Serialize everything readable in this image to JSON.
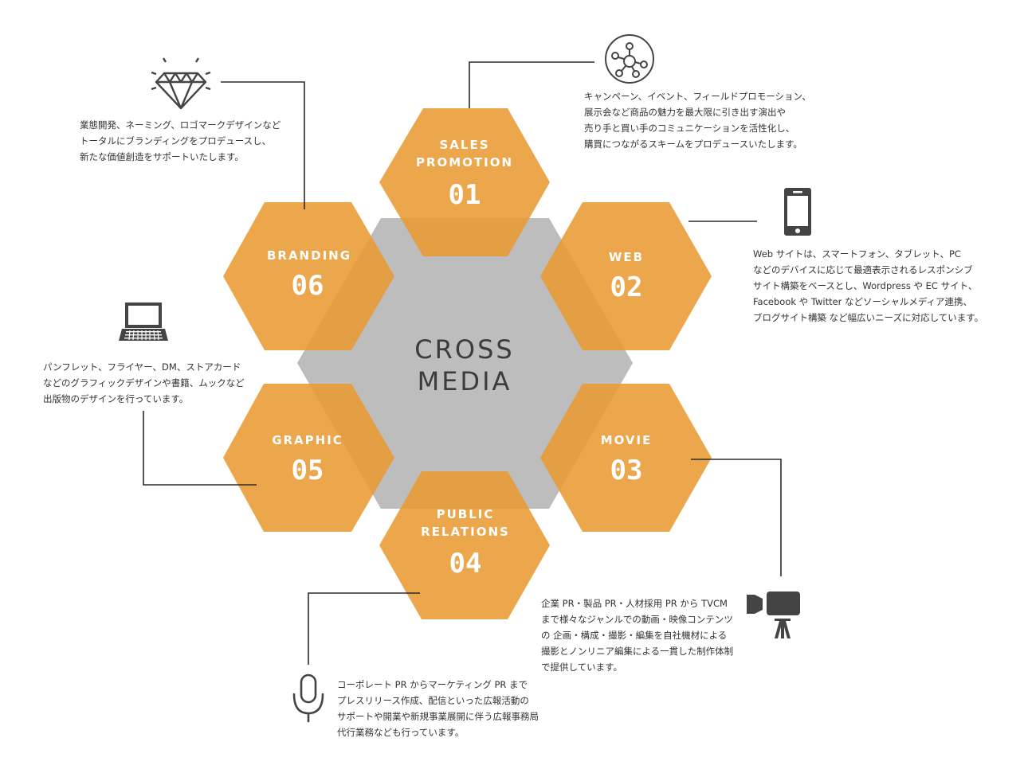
{
  "colors": {
    "hex_orange": "#E99B34",
    "hex_gray": "#BDBDBD",
    "line": "#2f2a28",
    "icon": "#444444",
    "center_text": "#3c3c3c"
  },
  "center": {
    "line1": "CROSS",
    "line2": "MEDIA"
  },
  "services": [
    {
      "id": "sales-promotion",
      "label_lines": [
        "SALES",
        "PROMOTION"
      ],
      "number": "01",
      "icon": "network-icon",
      "description": [
        "キャンペーン、イベント、フィールドプロモーション、",
        "展示会など商品の魅力を最大限に引き出す演出や",
        "売り手と買い手のコミュニケーションを活性化し、",
        "購買につながるスキームをプロデュースいたします。"
      ]
    },
    {
      "id": "web",
      "label_lines": [
        "WEB"
      ],
      "number": "02",
      "icon": "smartphone-icon",
      "description": [
        "Web サイトは、スマートフォン、タブレット、PC",
        "などのデバイスに応じて最適表示されるレスポンシブ",
        "サイト構築をベースとし、Wordpress や EC サイト、",
        "Facebook や Twitter などソーシャルメディア連携、",
        "ブログサイト構築 など幅広いニーズに対応しています。"
      ]
    },
    {
      "id": "movie",
      "label_lines": [
        "MOVIE"
      ],
      "number": "03",
      "icon": "video-camera-icon",
      "description": [
        "企業 PR・製品 PR・人材採用 PR から TVCM",
        "まで様々なジャンルでの動画・映像コンテンツ",
        "の 企画・構成・撮影・編集を自社機材による",
        "撮影とノンリニア編集による一貫した制作体制",
        "で提供しています。"
      ]
    },
    {
      "id": "public-relations",
      "label_lines": [
        "PUBLIC",
        "RELATIONS"
      ],
      "number": "04",
      "icon": "microphone-icon",
      "description": [
        "コーポレート PR からマーケティング PR まで",
        "プレスリリース作成、配信といった広報活動の",
        "サポートや開業や新規事業展開に伴う広報事務局",
        "代行業務なども行っています。"
      ]
    },
    {
      "id": "graphic",
      "label_lines": [
        "GRAPHIC"
      ],
      "number": "05",
      "icon": "laptop-icon",
      "description": [
        "パンフレット、フライヤー、DM、ストアカード",
        "などのグラフィックデザインや書籍、ムックなど",
        "出版物のデザインを行っています。"
      ]
    },
    {
      "id": "branding",
      "label_lines": [
        "BRANDING"
      ],
      "number": "06",
      "icon": "diamond-icon",
      "description": [
        "業態開発、ネーミング、ロゴマークデザインなど",
        "トータルにブランディングをプロデュースし、",
        "新たな価値創造をサポートいたします。"
      ]
    }
  ]
}
